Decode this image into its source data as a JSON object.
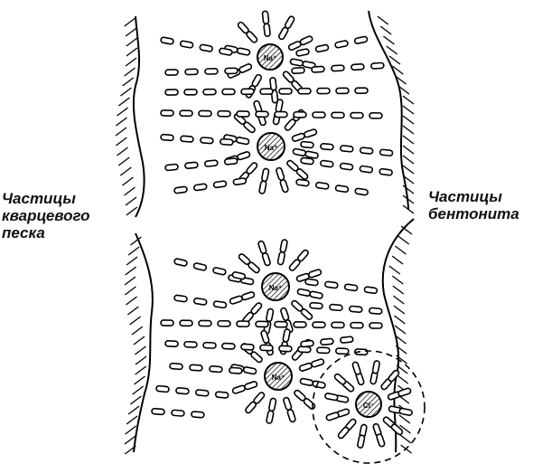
{
  "labels": {
    "left_lines": [
      "Частицы",
      "кварцевого",
      "песка"
    ],
    "right_lines": [
      "Частицы",
      "бентонита"
    ]
  },
  "ions": {
    "na_upper_1": "Na⁺",
    "na_upper_2": "Na⁺",
    "na_lower_1": "Na⁺",
    "na_lower_2": "Na⁺",
    "cl": "Cl⁻"
  }
}
